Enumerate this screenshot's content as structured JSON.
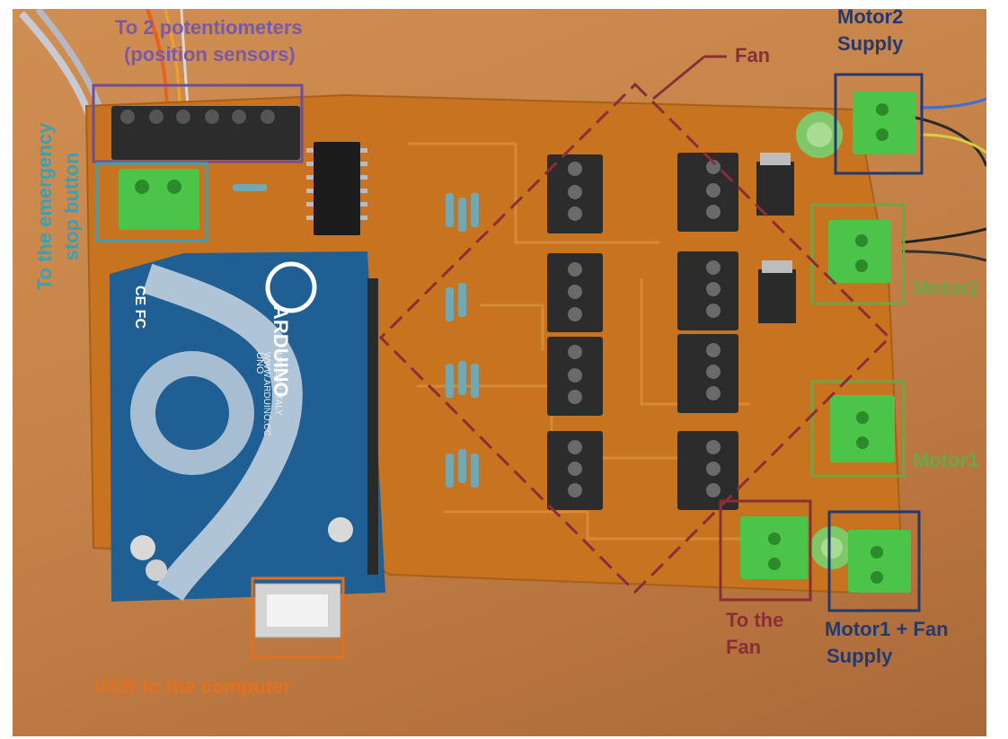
{
  "labels": {
    "potentiometers": {
      "line1": "To 2 potentiometers",
      "line2": "(position sensors)",
      "color": "#7a5aa8"
    },
    "emergency": {
      "line1": "To the emergency",
      "line2": "stop button",
      "color": "#3aa0b4"
    },
    "fan": {
      "text": "Fan",
      "color": "#8a2f37"
    },
    "motor2_supply": {
      "line1": "Motor2",
      "line2": "Supply",
      "color": "#243a6e"
    },
    "motor2": {
      "text": "Motor2",
      "color": "#6fa542"
    },
    "motor1": {
      "text": "Motor1",
      "color": "#6fa542"
    },
    "to_fan": {
      "line1": "To the",
      "line2": "Fan",
      "color": "#8a2f37"
    },
    "motor1_fan_supply": {
      "line1": "Motor1 + Fan",
      "line2": "Supply",
      "color": "#243a6e"
    },
    "usb": {
      "text": "USB to the computer",
      "color": "#e2701f"
    }
  },
  "board": {
    "brand": "ARDUINO",
    "model": "UNO",
    "made_in": "MADE IN ITALY",
    "site": "WWW.ARDUINO.CC",
    "ce_mark": "CE FC"
  },
  "colors": {
    "pcb_blue": "#1f5f93",
    "terminal_green": "#4cc44a",
    "terminal_black": "#2c2c2c",
    "pcb_orange": "#c8731f"
  }
}
